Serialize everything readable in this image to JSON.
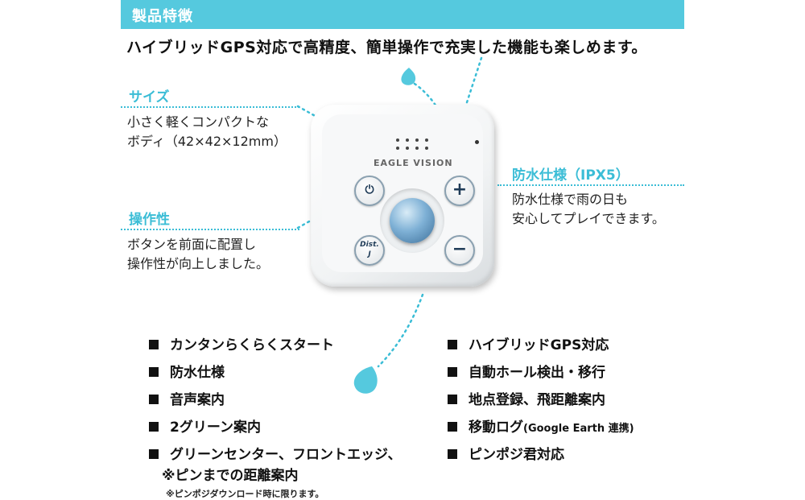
{
  "header": {
    "title": "製品特徴"
  },
  "headline": "ハイブリッドGPS対応で高精度、簡単操作で充実した機能も楽しめます。",
  "features": {
    "size": {
      "title": "サイズ",
      "line1": "小さく軽くコンパクトな",
      "line2": "ボディ（42×42×12mm）"
    },
    "operation": {
      "title": "操作性",
      "line1": "ボタンを前面に配置し",
      "line2": "操作性が向上しました。"
    },
    "waterproof": {
      "title": "防水仕様（IPX5）",
      "line1": "防水仕様で雨の日も",
      "line2": "安心してプレイできます。"
    }
  },
  "device": {
    "brand": "EAGLE VISION",
    "dist_label_1": "Dist.",
    "dist_label_2": "J",
    "power_symbol": "⏻",
    "plus_symbol": "+",
    "minus_symbol": "−"
  },
  "list_left": [
    "カンタンらくらくスタート",
    "防水仕様",
    "音声案内",
    "2グリーン案内",
    "グリーンセンター、フロントエッジ、"
  ],
  "list_left_continuation": "※ピンまでの距離案内",
  "list_right": [
    "ハイブリッドGPS対応",
    "自動ホール検出・移行",
    "地点登録、飛距離案内",
    "移動ログ",
    "ピンポジ君対応"
  ],
  "list_right_4_suffix": "(Google Earth 連携)",
  "footnote": "※ピンポジダウンロード時に限ります。",
  "colors": {
    "accent": "#55c9de",
    "text": "#111111"
  }
}
